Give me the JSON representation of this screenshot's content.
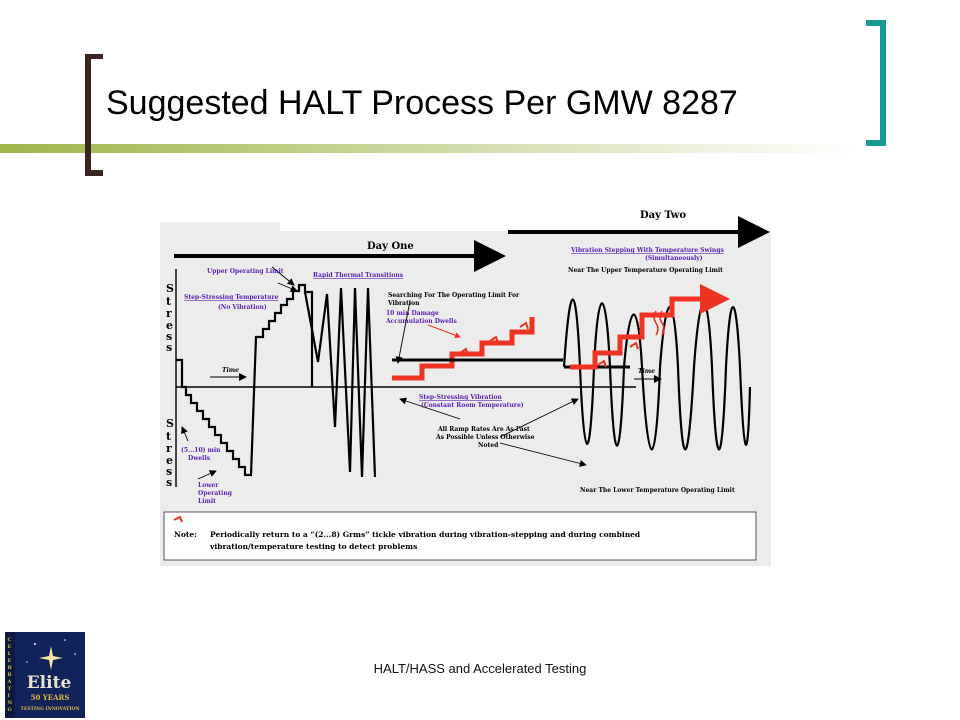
{
  "slide": {
    "title": "Suggested HALT Process Per GMW 8287",
    "footer": "HALT/HASS and Accelerated Testing"
  },
  "diagram": {
    "day_one": "Day One",
    "day_two": "Day Two",
    "stress_label": "Stress",
    "upper_operating_limit": "Upper Operating Limit",
    "rapid_thermal": "Rapid Thermal Transitions",
    "step_temp": "Step-Stressing Temperature",
    "no_vibration": "(No Vibration)",
    "time_label": "Time",
    "dwells_line1": "(5...10) min",
    "dwells_line2": "Dwells",
    "lower_line1": "Lower",
    "lower_line2": "Operating",
    "lower_line3": "Limit",
    "searching_line1": "Searching For The Operating Limit For",
    "searching_line2": "Vibration",
    "damage_line1": "10 min Damage",
    "damage_line2": "Accumulation Dwells",
    "step_vib": "Step-Stressing Vibration",
    "room_temp": "(Constant Room Temperature)",
    "ramp_line1": "All Ramp Rates Are As Fast",
    "ramp_line2": "As Possible Unless Otherwise",
    "ramp_line3": "Noted",
    "vib_swings": "Vibration Stepping With Temperature Swings",
    "simultaneously": "(Simultaneously)",
    "near_upper": "Near The Upper Temperature Operating Limit",
    "near_lower": "Near The Lower Temperature Operating Limit",
    "note_label": "Note:",
    "note_line1": "Periodically return to a “(2...8) Grms” tickle vibration during vibration-stepping and during combined",
    "note_line2": "vibration/temperature testing to detect problems"
  },
  "logo": {
    "side_text": "CELEBRATING",
    "brand": "Elite",
    "years": "50 YEARS",
    "tagline": "TESTING INNOVATION"
  },
  "colors": {
    "accent_teal": "#1a9a94",
    "accent_brown": "#3a2520",
    "bar_olive": "#9fb54a",
    "label_purple": "#5a1fb0",
    "stress_red": "#ee3322",
    "logo_navy": "#10245a",
    "logo_gold": "#e0b540"
  },
  "icons": [
    "bracket-left",
    "bracket-right",
    "time-arrow-icon",
    "day-arrow-icon",
    "tickle-marker-icon",
    "star-icon"
  ]
}
